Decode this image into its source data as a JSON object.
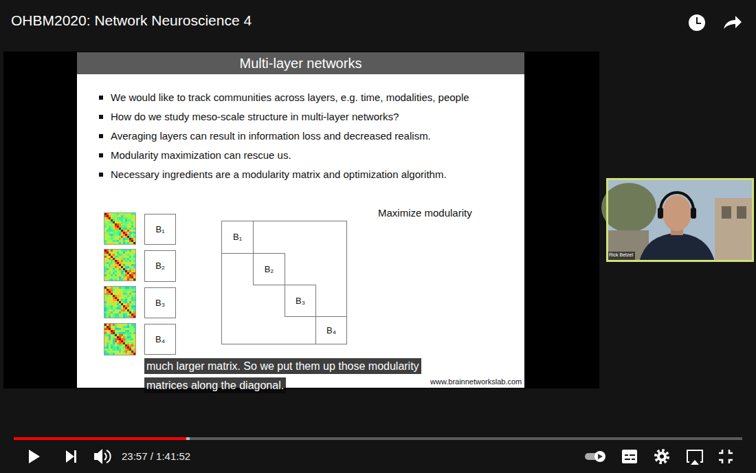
{
  "diagram": {
    "title": "Multi-layer networks",
    "nodes": [
      {
        "text": [
          "B₁"
        ]
      },
      {
        "text": [
          "B₂"
        ]
      },
      {
        "text": [
          "B₃"
        ]
      },
      {
        "text": [
          "B₄"
        ]
      },
      {
        "text": [
          "B₁"
        ]
      },
      {
        "text": [
          "B₂"
        ]
      },
      {
        "text": [
          "B₃"
        ]
      },
      {
        "text": [
          "B₄"
        ]
      }
    ],
    "labels": [
      "OHBM2020: Network Neuroscience 4",
      "We would like to track communities across layers, e.g. time, modalities, people",
      "How do we study meso-scale structure in multi-layer networks?",
      "Averaging layers can result in information loss and decreased realism.",
      "Modularity maximization can rescue us.",
      "Necessary ingredients are a modularity matrix and optimization algorithm.",
      "Maximize modularity",
      "much larger matrix. So we put them up those modularity matrices along the diagonal.",
      "www.brainnetworkslab.com",
      "Rick Betzel",
      "23:57 / 1:41:52"
    ]
  }
}
